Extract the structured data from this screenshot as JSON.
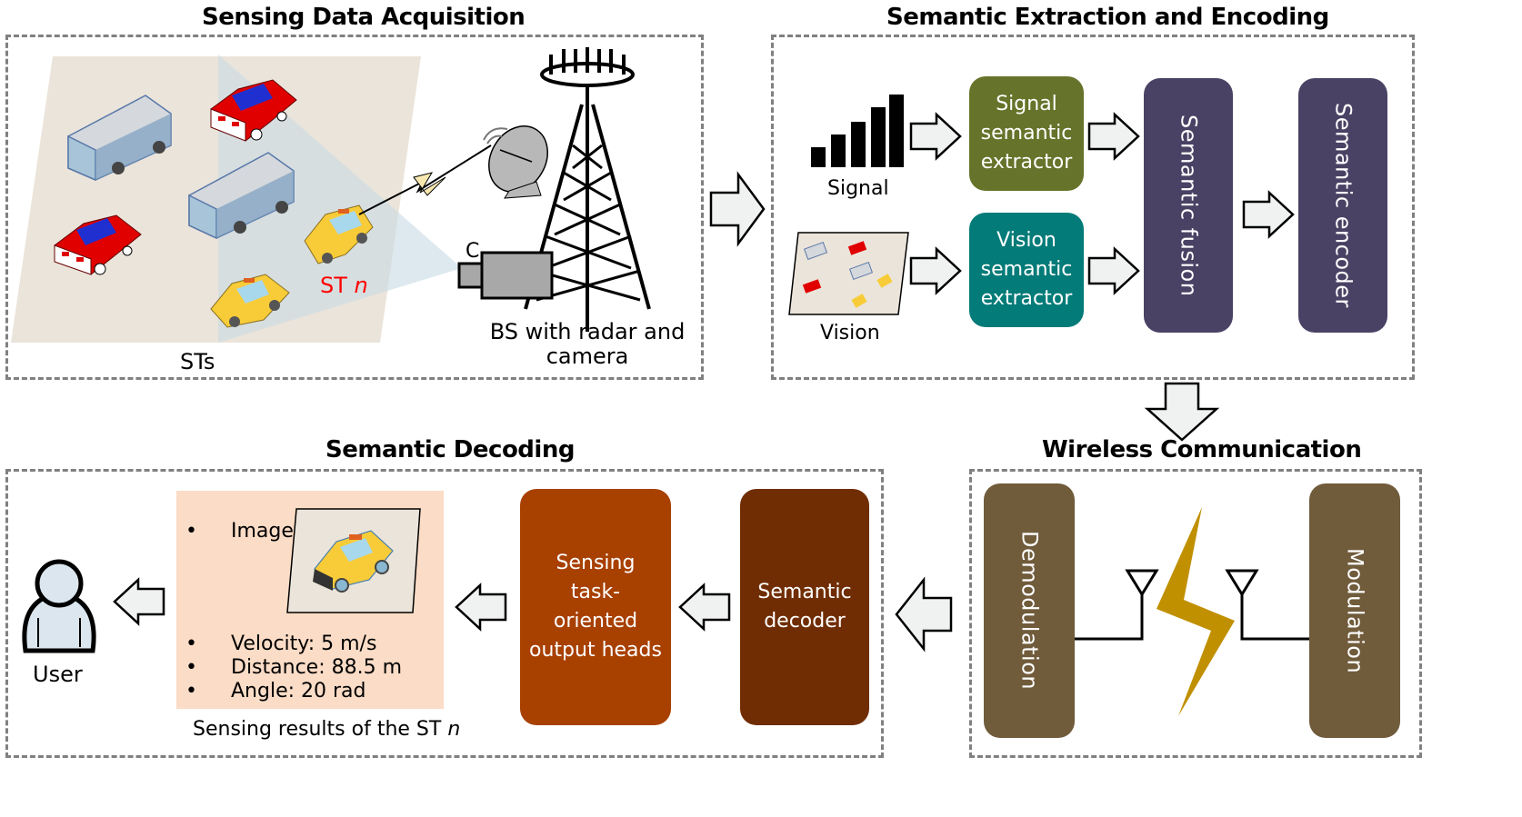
{
  "sections": {
    "acquisition": {
      "title": "Sensing Data Acquisition",
      "sts_label": "STs",
      "st_n_label": "ST",
      "st_n_var": "n",
      "bs_label_line1": "BS with radar and",
      "bs_label_line2": "camera",
      "camera_letter": "C"
    },
    "extraction": {
      "title": "Semantic Extraction and Encoding",
      "signal_label": "Signal",
      "vision_label": "Vision",
      "signal_extractor": "Signal semantic extractor",
      "vision_extractor": "Vision semantic extractor",
      "fusion": "Semantic fusion",
      "encoder": "Semantic encoder"
    },
    "wireless": {
      "title": "Wireless Communication",
      "demodulation": "Demodulation",
      "modulation": "Modulation"
    },
    "decoding": {
      "title": "Semantic Decoding",
      "decoder": "Semantic decoder",
      "output_heads": "Sensing task-oriented output heads",
      "user_label": "User",
      "results": {
        "image_label": "Image:",
        "velocity": "Velocity: 5 m/s",
        "distance": "Distance: 88.5 m",
        "angle": "Angle: 20 rad",
        "caption": "Sensing results of the ST",
        "caption_var": "n",
        "bullet": "•"
      }
    }
  },
  "colors": {
    "signal_extractor": "#66732a",
    "vision_extractor": "#037b78",
    "fusion_encoder": "#4a4264",
    "modulation": "#705b3b",
    "output_heads": "#a84000",
    "decoder": "#702d03",
    "results_bg": "#fbdcc6",
    "st_n_label": "#ff0000",
    "lightning": "#c09000",
    "dash_border": "#808080"
  }
}
